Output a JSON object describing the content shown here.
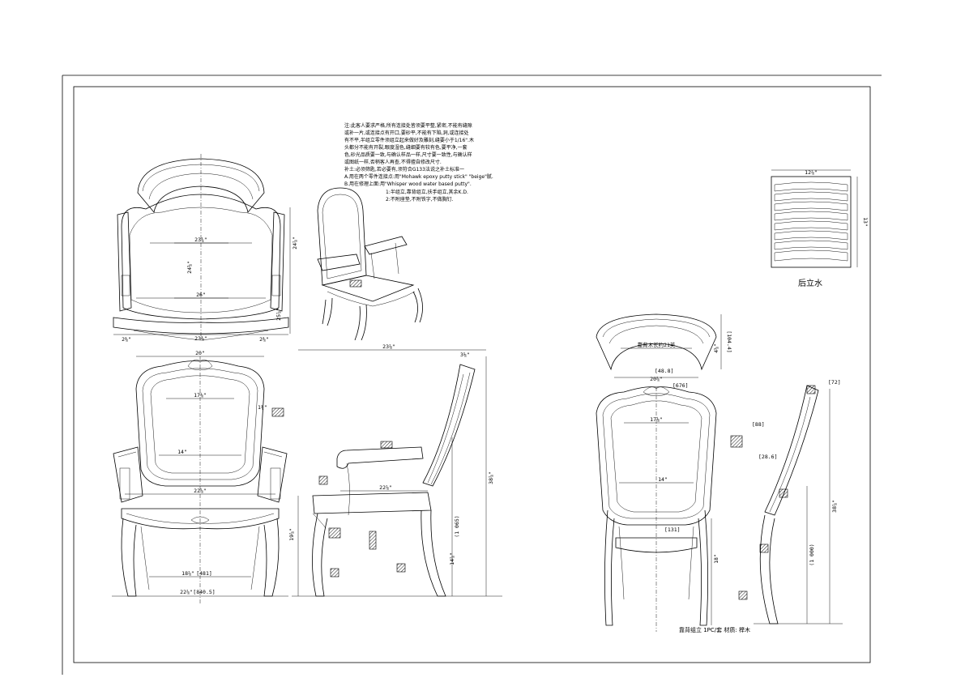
{
  "notes": {
    "n1": "注:此客人要求严格,所有连接处皆须要平整,紧密,不能有缝隙",
    "n2": "或补一片,或连接点有开口,要砂平,不能有下陷,洞,或连接处",
    "n3": "有不平,半组立零件须组立起来做好及雕刻,缝要小于1/16\".木",
    "n4": "头都分不能有开裂,眼度湿色,缝细要有较有色,要平净,一套",
    "n5": "色,砂光品质要一致,与确认样品一样,尺寸要一致性,与确认样",
    "n6": "或图纸一样,否稍客人再查,不得擅自修改尺寸.",
    "n7": "补土:必须筛匙,若必要有,须符合G133法说之补土标准一",
    "n8": "A.用在两个零件连接点:用\"Mohawk epoxy putty stick\" \"beige\"腻.",
    "n9": "B.用在修理上面:用\"Whisper wood water based putty\".",
    "n10": "1:半组立,靠背组立,扶手组立,其余K.D.",
    "n11": "2:不附座垫,不附铁字,不做胸钉."
  },
  "labels": {
    "back_slat_title": "后立水",
    "back_assembly_caption": "靠背组立 1PC/套   材质: 榉木"
  },
  "dims": {
    "top_overall_w": "23⅜\"",
    "top_depth": "24⅝\"",
    "top_inner": "23¾\"",
    "top_mid": "26\"",
    "top_small": "25⅞\"",
    "top_left": "2⅜\"",
    "top_right": "2⅜\"",
    "top_height": "24⅞\"",
    "front_top_w": "20\"",
    "front_back_w": "17⅛\"",
    "front_mid_w": "14\"",
    "front_seat_w": "22⅝\"",
    "front_leg_span": "18⅞\"",
    "front_leg_mm": "[481]",
    "front_base_span": "22⅞\"",
    "front_base_mm": "[840.5]",
    "side_overall": "23⅞\"",
    "side_top": "3⅛\"",
    "side_arm": "22⅞\"",
    "side_seat": "19⅞\"",
    "side_leg": "14⅞\"",
    "side_height": "38⅞\"",
    "side_mm": "(1 065)",
    "slat_width": "12⅞\"",
    "slat_height": "13\"",
    "r_top_w": "20⅞\"",
    "r_curve_label": "靠背木长约21英",
    "r_48": "[48.8]",
    "r_top_h": "4⅝\"",
    "r_top_mm": "[104.4]",
    "r_676": "[676]",
    "r_back_w": "17⅛\"",
    "r_14": "14\"",
    "r_88": "[88]",
    "r_28": "[28.6]",
    "r_131": "[131]",
    "r_side_top": "[72]",
    "r_total": "38⅞\"",
    "r_seat_h": "(1 000)",
    "r_low": "18\""
  }
}
